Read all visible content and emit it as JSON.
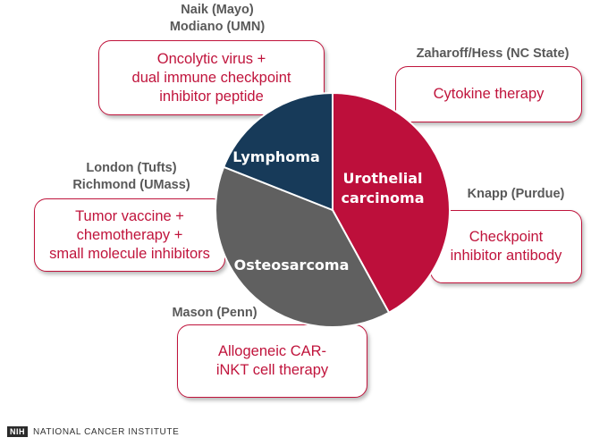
{
  "institutions": {
    "naik_modiano": [
      "Naik (Mayo)",
      "Modiano (UMN)"
    ],
    "zaharoff": [
      "Zaharoff/Hess (NC State)"
    ],
    "london_richmond": [
      "London (Tufts)",
      "Richmond (UMass)"
    ],
    "knapp": [
      "Knapp (Purdue)"
    ],
    "mason": [
      "Mason (Penn)"
    ]
  },
  "therapies": {
    "oncolytic": [
      "Oncolytic virus +",
      "dual immune checkpoint",
      "inhibitor peptide"
    ],
    "cytokine": [
      "Cytokine therapy"
    ],
    "tumor_vaccine": [
      "Tumor vaccine +",
      "chemotherapy +",
      "small molecule inhibitors"
    ],
    "checkpoint": [
      "Checkpoint",
      "inhibitor antibody"
    ],
    "car": [
      "Allogeneic CAR-",
      "iNKT cell therapy"
    ]
  },
  "chart_data": {
    "type": "pie",
    "slices": [
      {
        "label": [
          "Urothelial",
          "carcinoma"
        ],
        "value": 42,
        "color": "#bd0f3b"
      },
      {
        "label": [
          "Osteosarcoma"
        ],
        "value": 39,
        "color": "#606060"
      },
      {
        "label": [
          "Lymphoma"
        ],
        "value": 19,
        "color": "#173a59"
      }
    ]
  },
  "footer": {
    "badge": "NIH",
    "org": "NATIONAL CANCER INSTITUTE"
  }
}
